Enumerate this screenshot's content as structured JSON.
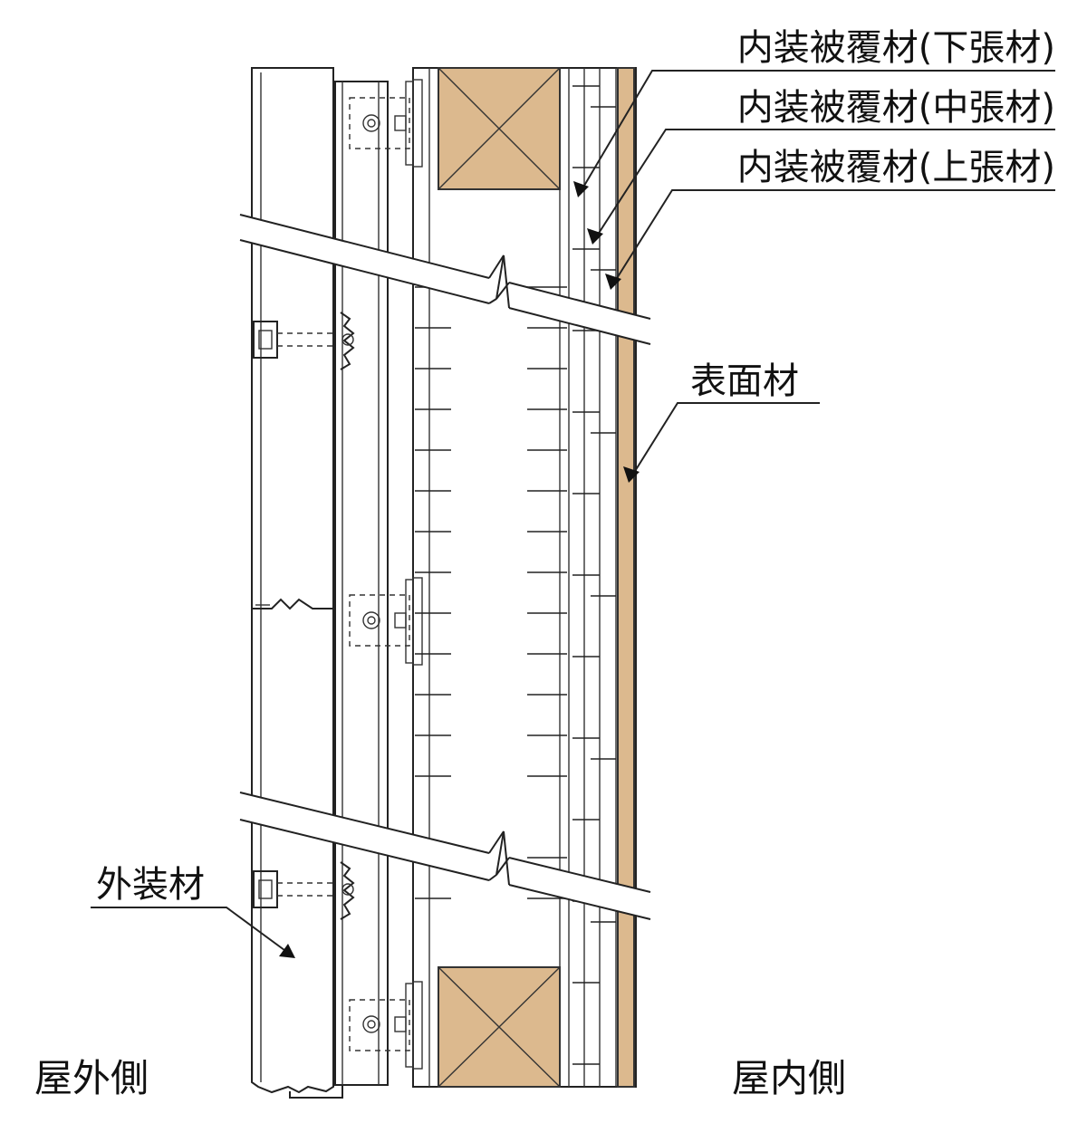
{
  "labels": {
    "interior_lower": "内装被覆材(下張材)",
    "interior_middle": "内装被覆材(中張材)",
    "interior_upper": "内装被覆材(上張材)",
    "surface": "表面材",
    "exterior_finish": "外装材",
    "outdoor_side": "屋外側",
    "indoor_side": "屋内側"
  },
  "colors": {
    "wood": "#dcb98e",
    "line": "#222222"
  }
}
